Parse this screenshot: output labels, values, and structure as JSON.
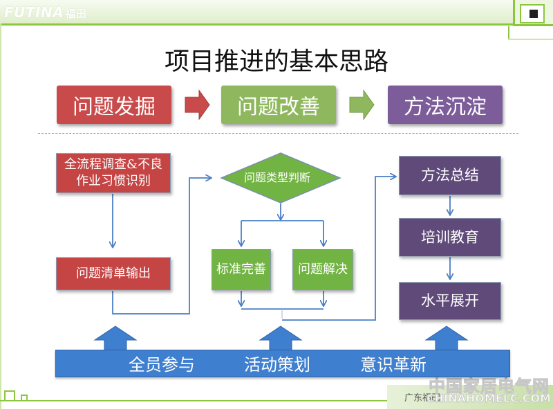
{
  "header": {
    "logo_brand": "FUTINA",
    "logo_cn": "福田"
  },
  "title": "项目推进的基本思路",
  "stages": [
    {
      "label": "问题发掘",
      "color": "#c94a4a"
    },
    {
      "label": "问题改善",
      "color": "#8fb85e"
    },
    {
      "label": "方法沉淀",
      "color": "#7c5c99"
    }
  ],
  "flow": {
    "survey": "全流程调查&不良作业习惯识别",
    "issue_list": "问题清单输出",
    "type_judgement": "问题类型判断",
    "standard_improve": "标准完善",
    "problem_solve": "问题解决",
    "method_summary": "方法总结",
    "training": "培训教育",
    "horizontal_rollout": "水平展开"
  },
  "foundation": [
    "全员参与",
    "活动策划",
    "意识革新"
  ],
  "footer": {
    "company": "广东福田",
    "watermark_cn": "中国家居电气网",
    "watermark_en": "CHINAHOMELC.COM"
  },
  "colors": {
    "accent_green": "#8cc63e",
    "connector_blue": "#4a7fc6",
    "foundation_blue": "#3f7fcf"
  },
  "icons": [
    "arrow-right-icon",
    "arrow-up-icon",
    "arrow-down-icon",
    "decorative-square-icon"
  ]
}
